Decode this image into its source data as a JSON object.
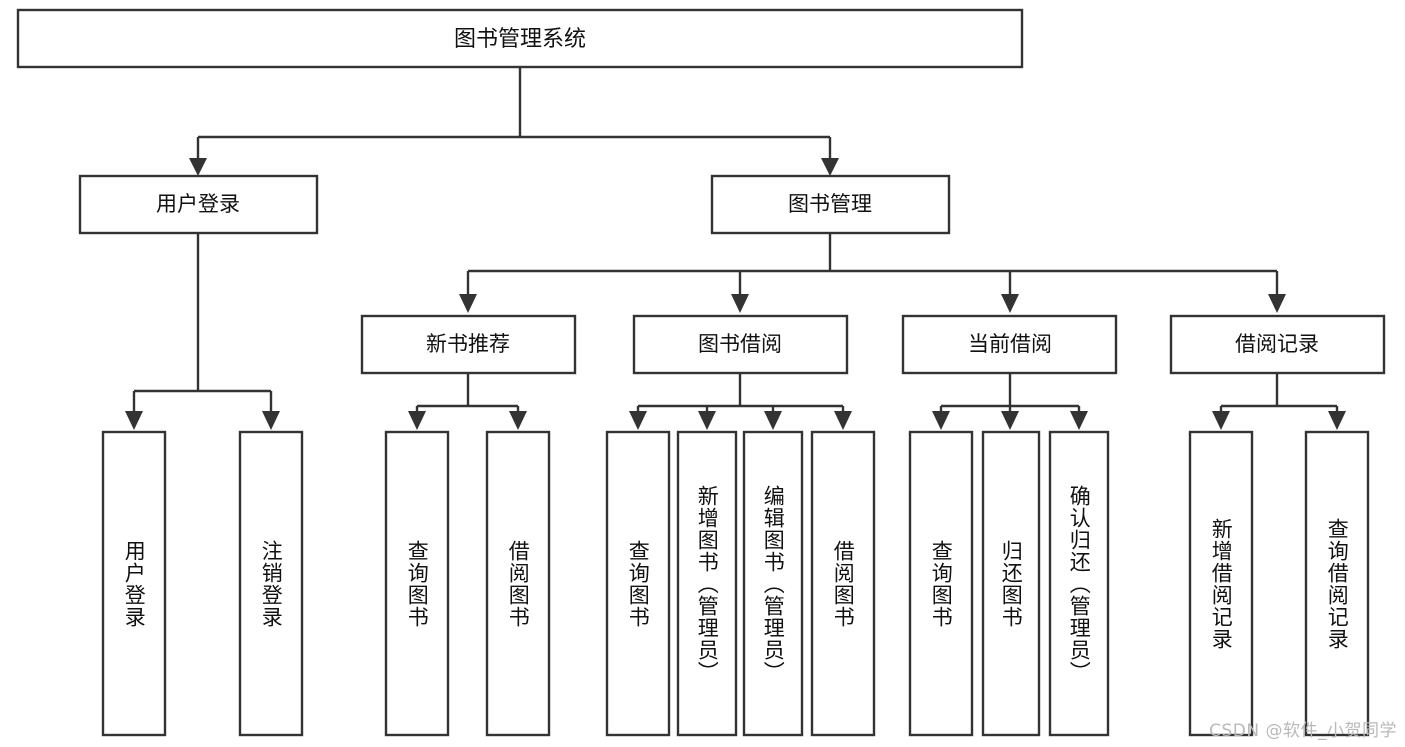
{
  "diagram": {
    "type": "tree",
    "title": "图书管理系统",
    "watermark": "CSDN @软件_小贺同学",
    "colors": {
      "box_stroke": "#333333",
      "box_fill": "#ffffff",
      "connector": "#333333",
      "text": "#111111",
      "background": "#ffffff",
      "watermark": "#b9b9b9"
    },
    "root": {
      "label": "图书管理系统"
    },
    "level2": [
      {
        "label": "用户登录"
      },
      {
        "label": "图书管理"
      }
    ],
    "level3": [
      {
        "label": "新书推荐"
      },
      {
        "label": "图书借阅"
      },
      {
        "label": "当前借阅"
      },
      {
        "label": "借阅记录"
      }
    ],
    "leaves": [
      {
        "label": "用户登录",
        "parent": "用户登录"
      },
      {
        "label": "注销登录",
        "parent": "用户登录"
      },
      {
        "label": "查询图书",
        "parent": "新书推荐"
      },
      {
        "label": "借阅图书",
        "parent": "新书推荐"
      },
      {
        "label": "查询图书",
        "parent": "图书借阅"
      },
      {
        "label": "新增图书（管理员）",
        "parent": "图书借阅"
      },
      {
        "label": "编辑图书（管理员）",
        "parent": "图书借阅"
      },
      {
        "label": "借阅图书",
        "parent": "图书借阅"
      },
      {
        "label": "查询图书",
        "parent": "当前借阅"
      },
      {
        "label": "归还图书",
        "parent": "当前借阅"
      },
      {
        "label": "确认归还（管理员）",
        "parent": "当前借阅"
      },
      {
        "label": "新增借阅记录",
        "parent": "借阅记录"
      },
      {
        "label": "查询借阅记录",
        "parent": "借阅记录"
      }
    ]
  }
}
